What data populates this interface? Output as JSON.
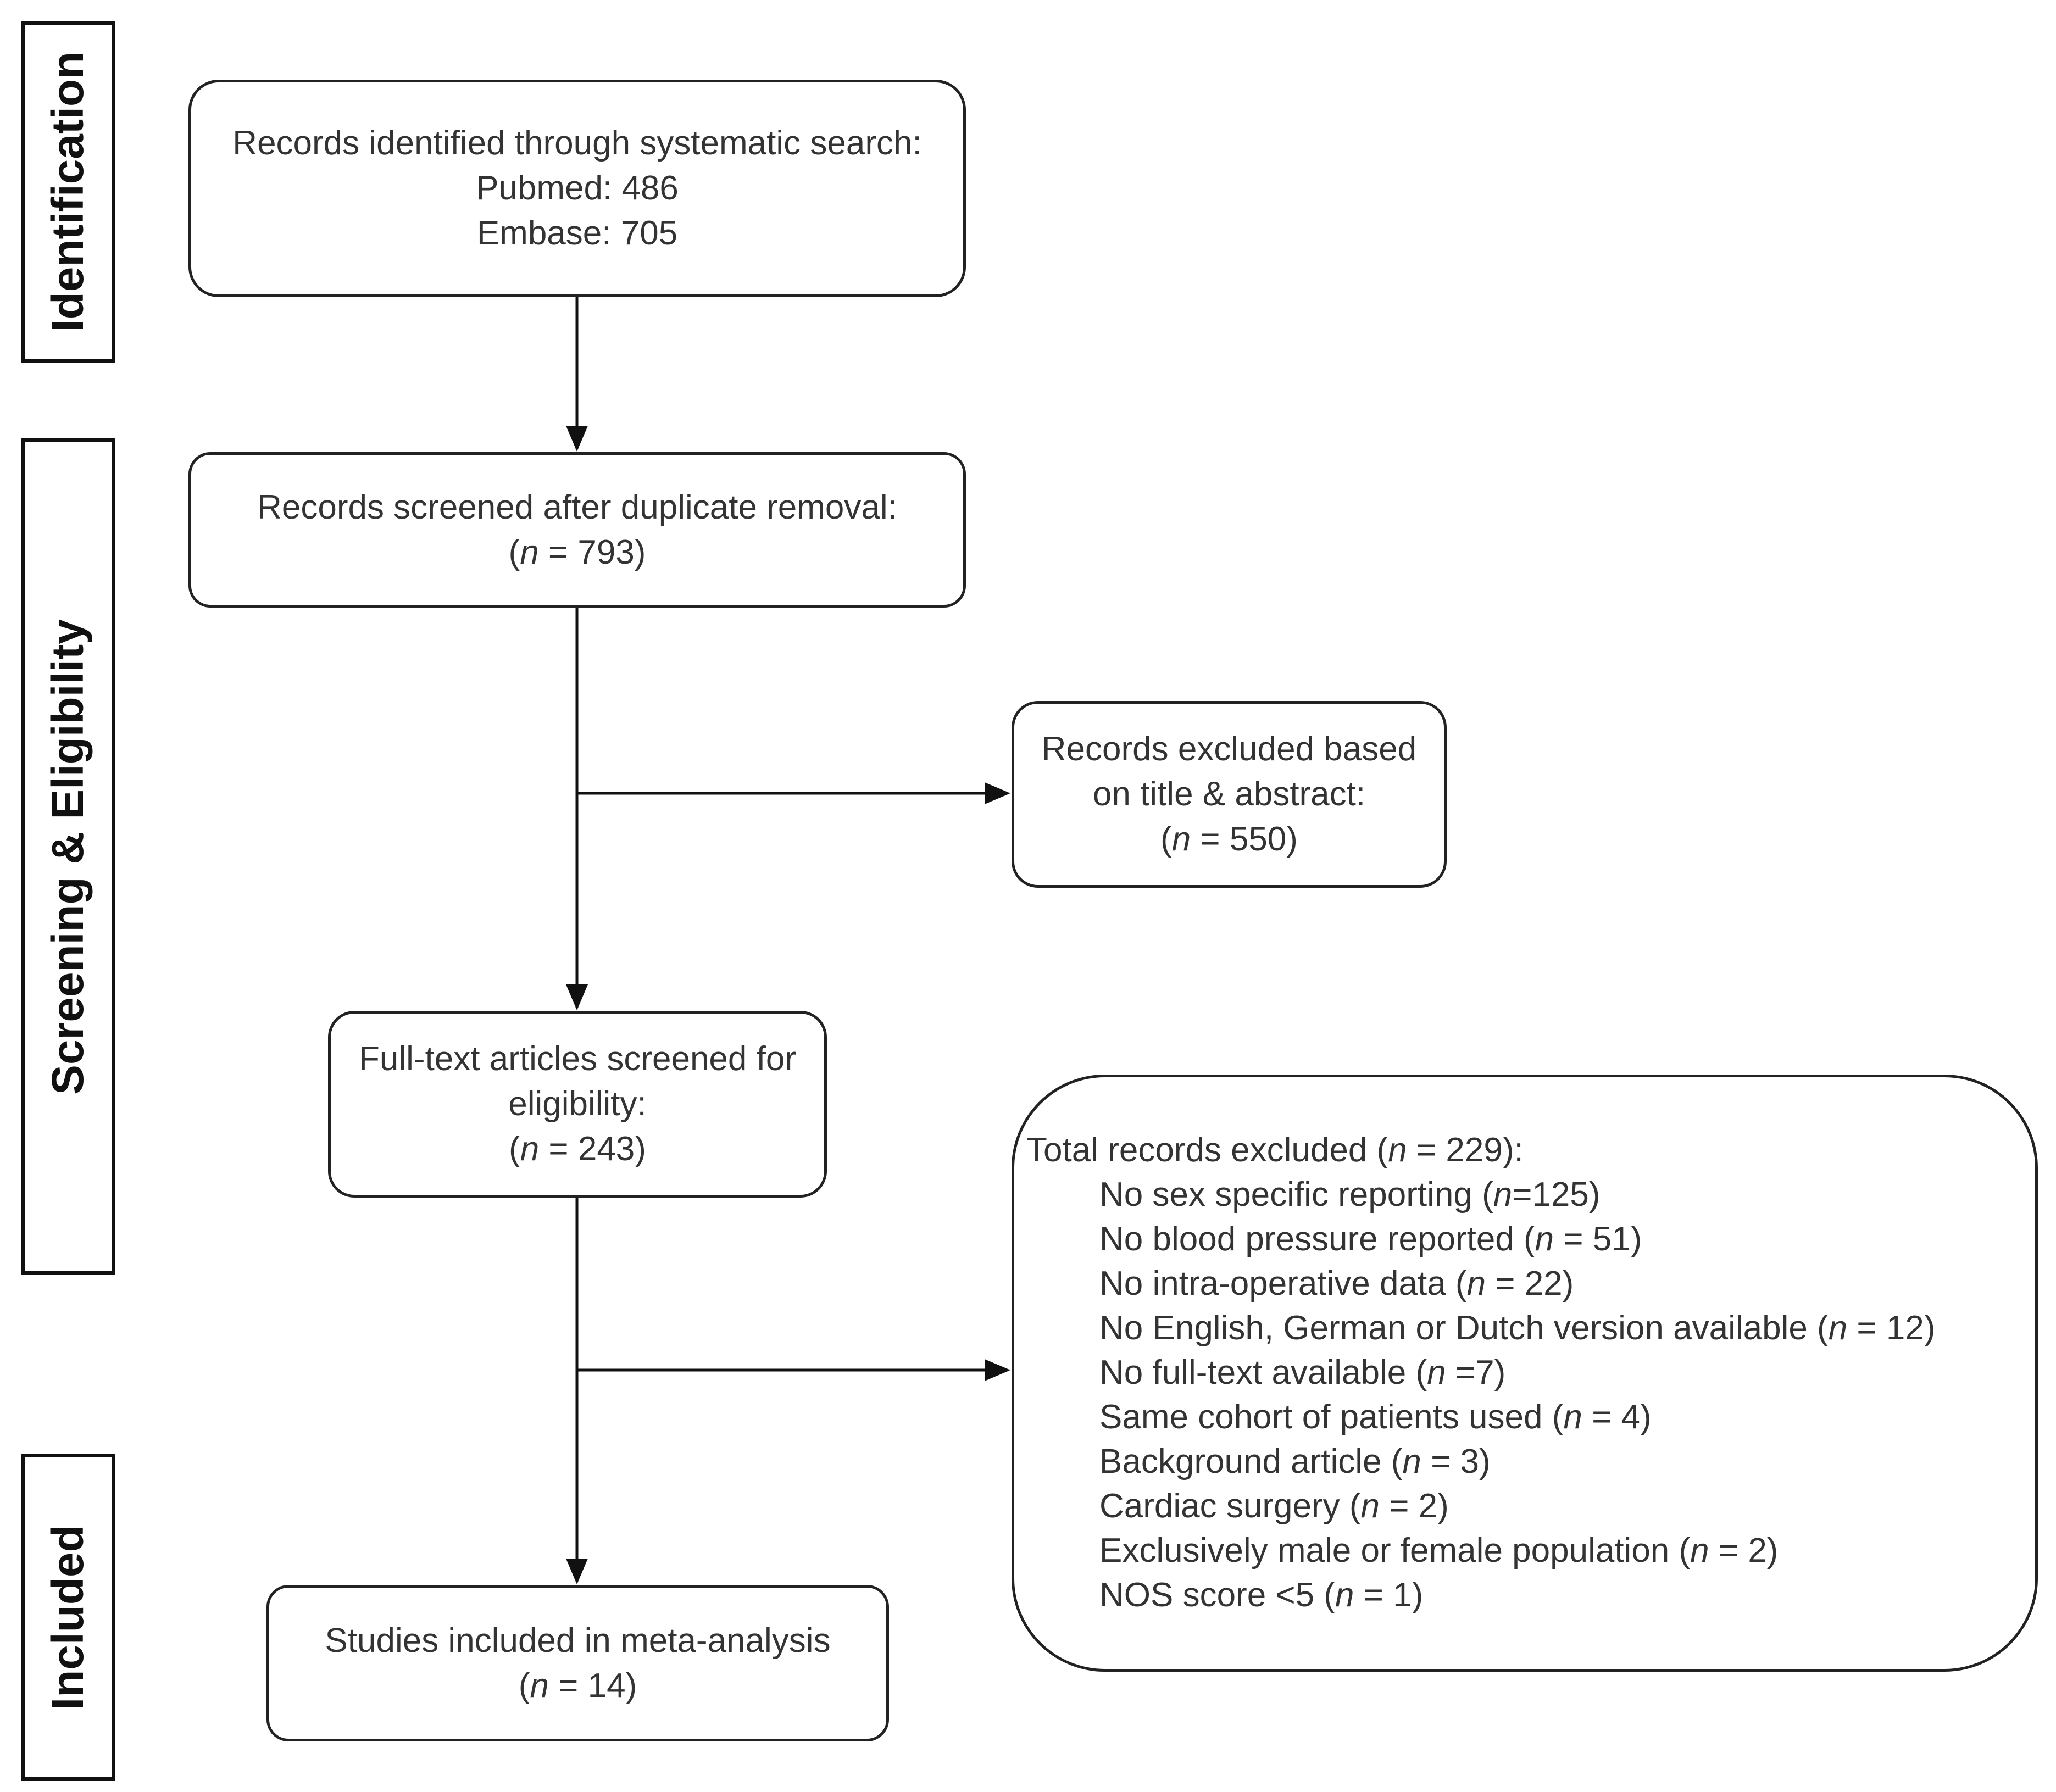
{
  "phases": {
    "identification": "Identification",
    "screening": "Screening & Eligibility",
    "included": "Included"
  },
  "boxes": {
    "identified": {
      "line1": "Records identified through systematic search:",
      "line2": "Pubmed: 486",
      "line3": "Embase: 705"
    },
    "screened": {
      "line1": "Records screened after duplicate removal:",
      "n": "793"
    },
    "excluded_title": {
      "line1": "Records excluded based",
      "line2": "on title & abstract:",
      "n": "550"
    },
    "fulltext": {
      "line1": "Full-text articles screened for",
      "line2": "eligibility:",
      "n": "243"
    },
    "included": {
      "line1": "Studies included in meta-analysis",
      "n": "14"
    }
  },
  "exclusions": {
    "total_prefix": "Total records excluded (",
    "total_n": "229",
    "total_suffix": "):",
    "reasons": [
      {
        "label": "No sex specific reporting (",
        "n": "=125",
        "close": ")"
      },
      {
        "label": "No blood pressure reported (",
        "n": " = 51",
        "close": ")"
      },
      {
        "label": "No intra-operative data (",
        "n": " = 22",
        "close": ")"
      },
      {
        "label": "No English, German or Dutch version available (",
        "n": " = 12",
        "close": ")"
      },
      {
        "label": "No full-text available (",
        "n": " =7",
        "close": ")"
      },
      {
        "label": "Same cohort of patients used (",
        "n": " = 4",
        "close": ")"
      },
      {
        "label": "Background article (",
        "n": " = 3",
        "close": ")"
      },
      {
        "label": "Cardiac surgery (",
        "n": " = 2",
        "close": ")"
      },
      {
        "label": "Exclusively male or female population (",
        "n": " = 2",
        "close": ")"
      },
      {
        "label": "NOS score <5 (",
        "n": " = 1",
        "close": ")"
      }
    ]
  },
  "n_symbol": "n",
  "colors": {
    "border": "#222222",
    "text": "#333333",
    "background": "#ffffff"
  }
}
